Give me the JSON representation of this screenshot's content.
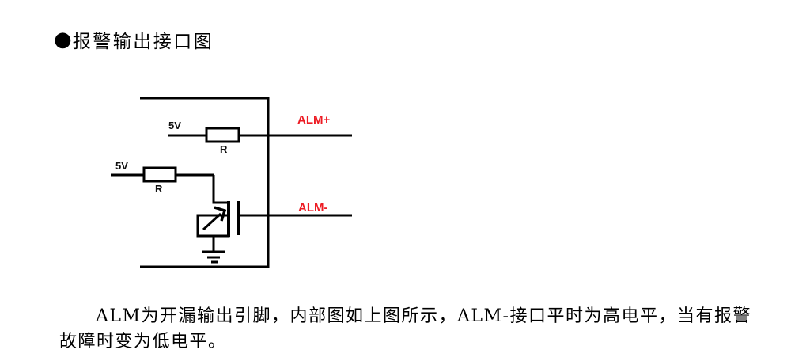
{
  "title": {
    "bullet": "●",
    "text": "报警输出接口图"
  },
  "diagram": {
    "labels": {
      "supply_top": "5V",
      "resistor_top": "R",
      "supply_bottom": "5V",
      "resistor_bottom": "R",
      "alm_plus": "ALM+",
      "alm_minus": "ALM-"
    },
    "colors": {
      "wire": "#000000",
      "signal_label": "#ed1c24",
      "component_fill": "#ffffff"
    },
    "icons": [
      "mosfet-icon",
      "resistor-icon",
      "ground-icon"
    ]
  },
  "paragraph": {
    "line1": "ALM为开漏输出引脚，内部图如上图所示，ALM-接口平时为高电平，当有报警",
    "line2": "故障时变为低电平。"
  }
}
